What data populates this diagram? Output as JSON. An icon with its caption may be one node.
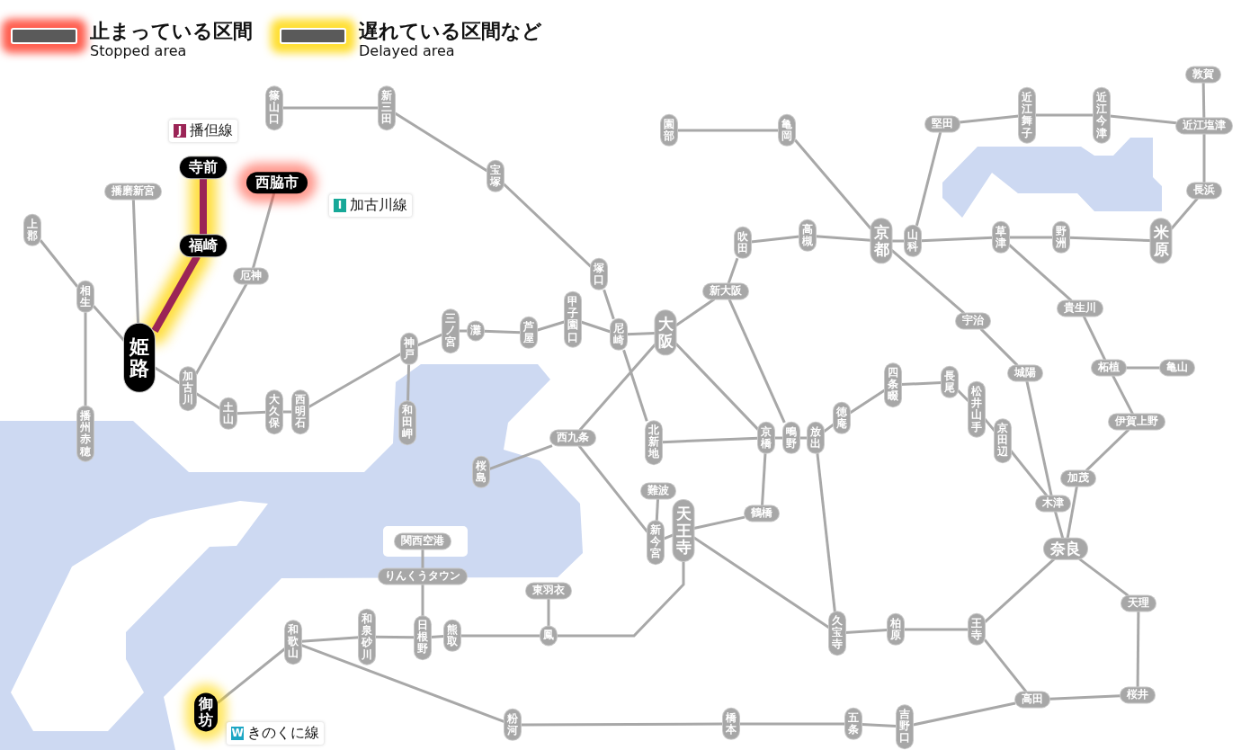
{
  "diagram": {
    "nodes": [
      {
        "text": [
          "篠山口"
        ]
      },
      {
        "text": [
          "新三田"
        ]
      },
      {
        "text": [
          "宝塚"
        ]
      },
      {
        "text": [
          "塚口"
        ]
      },
      {
        "text": [
          "尼崎"
        ]
      },
      {
        "text": [
          "甲子園口"
        ]
      },
      {
        "text": [
          "芦屋"
        ]
      },
      {
        "text": [
          "灘"
        ]
      },
      {
        "text": [
          "三ノ宮"
        ]
      },
      {
        "text": [
          "神戸"
        ]
      },
      {
        "text": [
          "和田岬"
        ]
      },
      {
        "text": [
          "西明石"
        ]
      },
      {
        "text": [
          "大久保"
        ]
      },
      {
        "text": [
          "土山"
        ]
      },
      {
        "text": [
          "加古川"
        ]
      },
      {
        "text": [
          "厄神"
        ]
      },
      {
        "text": [
          "西脇市"
        ]
      },
      {
        "text": [
          "姫路"
        ]
      },
      {
        "text": [
          "福崎"
        ]
      },
      {
        "text": [
          "寺前"
        ]
      },
      {
        "text": [
          "播磨新宮"
        ]
      },
      {
        "text": [
          "上郡"
        ]
      },
      {
        "text": [
          "相生"
        ]
      },
      {
        "text": [
          "播州赤穂"
        ]
      },
      {
        "text": [
          "大阪"
        ]
      },
      {
        "text": [
          "新大阪"
        ]
      },
      {
        "text": [
          "吹田"
        ]
      },
      {
        "text": [
          "高槻"
        ]
      },
      {
        "text": [
          "京都"
        ]
      },
      {
        "text": [
          "山科"
        ]
      },
      {
        "text": [
          "園部"
        ]
      },
      {
        "text": [
          "亀岡"
        ]
      },
      {
        "text": [
          "堅田"
        ]
      },
      {
        "text": [
          "近江舞子"
        ]
      },
      {
        "text": [
          "近江今津"
        ]
      },
      {
        "text": [
          "近江塩津"
        ]
      },
      {
        "text": [
          "敦賀"
        ]
      },
      {
        "text": [
          "長浜"
        ]
      },
      {
        "text": [
          "米原"
        ]
      },
      {
        "text": [
          "野洲"
        ]
      },
      {
        "text": [
          "草津"
        ]
      },
      {
        "text": [
          "宇治"
        ]
      },
      {
        "text": [
          "城陽"
        ]
      },
      {
        "text": [
          "貴生川"
        ]
      },
      {
        "text": [
          "柘植"
        ]
      },
      {
        "text": [
          "亀山"
        ]
      },
      {
        "text": [
          "伊賀上野"
        ]
      },
      {
        "text": [
          "加茂"
        ]
      },
      {
        "text": [
          "木津"
        ]
      },
      {
        "text": [
          "奈良"
        ]
      },
      {
        "text": [
          "天理"
        ]
      },
      {
        "text": [
          "桜井"
        ]
      },
      {
        "text": [
          "高田"
        ]
      },
      {
        "text": [
          "王寺"
        ]
      },
      {
        "text": [
          "柏原"
        ]
      },
      {
        "text": [
          "久宝寺"
        ]
      },
      {
        "text": [
          "吉野口"
        ]
      },
      {
        "text": [
          "五条"
        ]
      },
      {
        "text": [
          "橋本"
        ]
      },
      {
        "text": [
          "粉河"
        ]
      },
      {
        "text": [
          "和歌山"
        ]
      },
      {
        "text": [
          "御坊"
        ]
      },
      {
        "text": [
          "和泉砂川"
        ]
      },
      {
        "text": [
          "日根野"
        ]
      },
      {
        "text": [
          "熊取"
        ]
      },
      {
        "text": [
          "鳳"
        ]
      },
      {
        "text": [
          "東羽衣"
        ]
      },
      {
        "text": [
          "りんくうタウン"
        ]
      },
      {
        "text": [
          "関西空港"
        ]
      },
      {
        "text": [
          "天王寺"
        ]
      },
      {
        "text": [
          "新今宮"
        ]
      },
      {
        "text": [
          "難波"
        ]
      },
      {
        "text": [
          "鶴橋"
        ]
      },
      {
        "text": [
          "京橋"
        ]
      },
      {
        "text": [
          "鴫野"
        ]
      },
      {
        "text": [
          "放出"
        ]
      },
      {
        "text": [
          "北新地"
        ]
      },
      {
        "text": [
          "西九条"
        ]
      },
      {
        "text": [
          "桜島"
        ]
      },
      {
        "text": [
          "徳庵"
        ]
      },
      {
        "text": [
          "四条畷"
        ]
      },
      {
        "text": [
          "長尾"
        ]
      },
      {
        "text": [
          "松井山手"
        ]
      },
      {
        "text": [
          "京田辺"
        ]
      }
    ],
    "edges": [
      {
        "from": 0,
        "to": 1,
        "arrow": "none"
      },
      {
        "from": 1,
        "to": 2,
        "arrow": "none"
      },
      {
        "from": 2,
        "to": 3,
        "arrow": "none"
      },
      {
        "from": 3,
        "to": 4,
        "arrow": "none"
      },
      {
        "from": 21,
        "to": 22,
        "arrow": "none"
      },
      {
        "from": 22,
        "to": 17,
        "arrow": "none"
      },
      {
        "from": 22,
        "to": 23,
        "arrow": "none"
      },
      {
        "from": 20,
        "to": 17,
        "arrow": "none"
      },
      {
        "from": 17,
        "to": 18,
        "arrow": "none",
        "style": "thick",
        "color": "#9b2456"
      },
      {
        "from": 18,
        "to": 19,
        "arrow": "none",
        "style": "thick",
        "color": "#9b2456"
      },
      {
        "from": 17,
        "to": 14,
        "arrow": "none"
      },
      {
        "from": 14,
        "to": 13,
        "arrow": "none"
      },
      {
        "from": 13,
        "to": 12,
        "arrow": "none"
      },
      {
        "from": 12,
        "to": 11,
        "arrow": "none"
      },
      {
        "from": 11,
        "to": 9,
        "arrow": "none"
      },
      {
        "from": 9,
        "to": 8,
        "arrow": "none"
      },
      {
        "from": 9,
        "to": 10,
        "arrow": "none"
      },
      {
        "from": 8,
        "to": 7,
        "arrow": "none"
      },
      {
        "from": 7,
        "to": 6,
        "arrow": "none"
      },
      {
        "from": 6,
        "to": 5,
        "arrow": "none"
      },
      {
        "from": 5,
        "to": 4,
        "arrow": "none"
      },
      {
        "from": 4,
        "to": 24,
        "arrow": "none"
      },
      {
        "from": 14,
        "to": 15,
        "arrow": "none"
      },
      {
        "from": 15,
        "to": 16,
        "arrow": "none"
      },
      {
        "from": 24,
        "to": 25,
        "arrow": "none"
      },
      {
        "from": 25,
        "to": 26,
        "arrow": "none"
      },
      {
        "from": 26,
        "to": 27,
        "arrow": "none"
      },
      {
        "from": 27,
        "to": 28,
        "arrow": "none"
      },
      {
        "from": 28,
        "to": 29,
        "arrow": "none"
      },
      {
        "from": 29,
        "to": 40,
        "arrow": "none"
      },
      {
        "from": 40,
        "to": 39,
        "arrow": "none"
      },
      {
        "from": 39,
        "to": 38,
        "arrow": "none"
      },
      {
        "from": 38,
        "to": 37,
        "arrow": "none"
      },
      {
        "from": 37,
        "to": 35,
        "arrow": "none"
      },
      {
        "from": 35,
        "to": 36,
        "arrow": "none"
      },
      {
        "from": 35,
        "to": 34,
        "arrow": "none"
      },
      {
        "from": 34,
        "to": 33,
        "arrow": "none"
      },
      {
        "from": 33,
        "to": 32,
        "arrow": "none"
      },
      {
        "from": 32,
        "to": 29,
        "arrow": "none"
      },
      {
        "from": 30,
        "to": 31,
        "arrow": "none"
      },
      {
        "from": 31,
        "to": 28,
        "arrow": "none"
      },
      {
        "from": 28,
        "to": 41,
        "arrow": "none"
      },
      {
        "from": 41,
        "to": 42,
        "arrow": "none"
      },
      {
        "from": 42,
        "to": 48,
        "arrow": "none"
      },
      {
        "from": 40,
        "to": 43,
        "arrow": "none"
      },
      {
        "from": 43,
        "to": 44,
        "arrow": "none"
      },
      {
        "from": 44,
        "to": 45,
        "arrow": "none"
      },
      {
        "from": 44,
        "to": 46,
        "arrow": "none"
      },
      {
        "from": 46,
        "to": 47,
        "arrow": "none"
      },
      {
        "from": 47,
        "to": 49,
        "arrow": "none"
      },
      {
        "from": 48,
        "to": 49,
        "arrow": "none"
      },
      {
        "from": 83,
        "to": 48,
        "arrow": "none"
      },
      {
        "from": 49,
        "to": 50,
        "arrow": "none"
      },
      {
        "from": 50,
        "to": 51,
        "arrow": "none"
      },
      {
        "from": 51,
        "to": 52,
        "arrow": "none"
      },
      {
        "from": 49,
        "to": 53,
        "arrow": "none"
      },
      {
        "from": 53,
        "to": 52,
        "arrow": "none"
      },
      {
        "from": 53,
        "to": 54,
        "arrow": "none"
      },
      {
        "from": 54,
        "to": 55,
        "arrow": "none"
      },
      {
        "from": 55,
        "to": 69,
        "arrow": "none"
      },
      {
        "from": 52,
        "to": 56,
        "arrow": "none"
      },
      {
        "from": 56,
        "to": 57,
        "arrow": "none"
      },
      {
        "from": 57,
        "to": 58,
        "arrow": "none"
      },
      {
        "from": 58,
        "to": 59,
        "arrow": "none"
      },
      {
        "from": 59,
        "to": 60,
        "arrow": "none"
      },
      {
        "from": 60,
        "to": 61,
        "arrow": "none"
      },
      {
        "from": 60,
        "to": 62,
        "arrow": "none"
      },
      {
        "from": 62,
        "to": 63,
        "arrow": "none"
      },
      {
        "from": 63,
        "to": 64,
        "arrow": "none"
      },
      {
        "from": 63,
        "to": 67,
        "arrow": "none"
      },
      {
        "from": 67,
        "to": 68,
        "arrow": "none"
      },
      {
        "from": 64,
        "to": 65,
        "arrow": "none"
      },
      {
        "from": 65,
        "to": 66,
        "arrow": "none"
      },
      {
        "from": 65,
        "to": 69,
        "arrow": "none"
      },
      {
        "from": 24,
        "to": 77,
        "arrow": "none"
      },
      {
        "from": 77,
        "to": 70,
        "arrow": "none"
      },
      {
        "from": 70,
        "to": 69,
        "arrow": "none"
      },
      {
        "from": 69,
        "to": 72,
        "arrow": "none"
      },
      {
        "from": 72,
        "to": 73,
        "arrow": "none"
      },
      {
        "from": 73,
        "to": 24,
        "arrow": "none"
      },
      {
        "from": 77,
        "to": 78,
        "arrow": "none"
      },
      {
        "from": 71,
        "to": 70,
        "arrow": "none"
      },
      {
        "from": 4,
        "to": 76,
        "arrow": "none"
      },
      {
        "from": 76,
        "to": 73,
        "arrow": "none"
      },
      {
        "from": 73,
        "to": 74,
        "arrow": "none"
      },
      {
        "from": 74,
        "to": 75,
        "arrow": "none"
      },
      {
        "from": 25,
        "to": 74,
        "arrow": "none"
      },
      {
        "from": 75,
        "to": 55,
        "arrow": "none"
      },
      {
        "from": 75,
        "to": 79,
        "arrow": "none"
      },
      {
        "from": 79,
        "to": 80,
        "arrow": "none"
      },
      {
        "from": 80,
        "to": 81,
        "arrow": "none"
      },
      {
        "from": 81,
        "to": 82,
        "arrow": "none"
      },
      {
        "from": 82,
        "to": 83,
        "arrow": "none"
      }
    ],
    "labels": [
      "Stopped area",
      "Delayed area",
      "J",
      "播但線",
      "I",
      "加古川線",
      "W",
      "きのくに線"
    ],
    "legend": [
      {
        "text": "止まっている区間"
      },
      {
        "text": "遅れている区間など"
      }
    ]
  }
}
